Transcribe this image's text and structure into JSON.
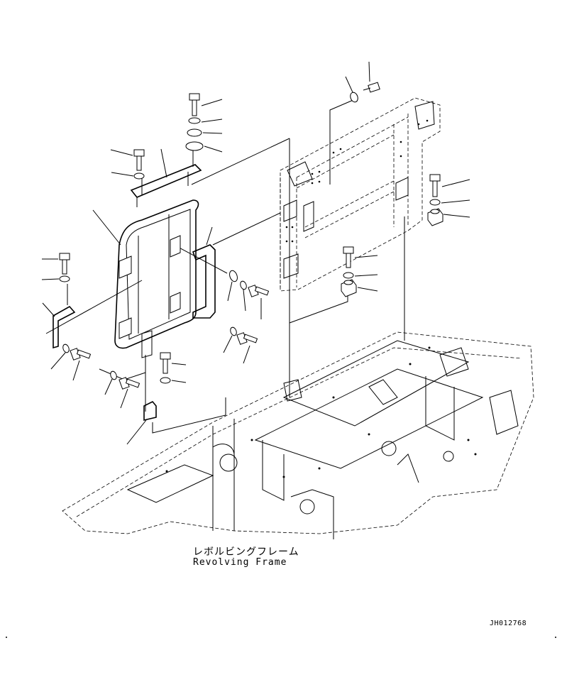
{
  "diagram": {
    "label_japanese": "レボルビングフレーム",
    "label_english": "Revolving Frame",
    "drawing_number": "JH012768"
  },
  "colors": {
    "line": "#000000",
    "background": "#ffffff"
  }
}
